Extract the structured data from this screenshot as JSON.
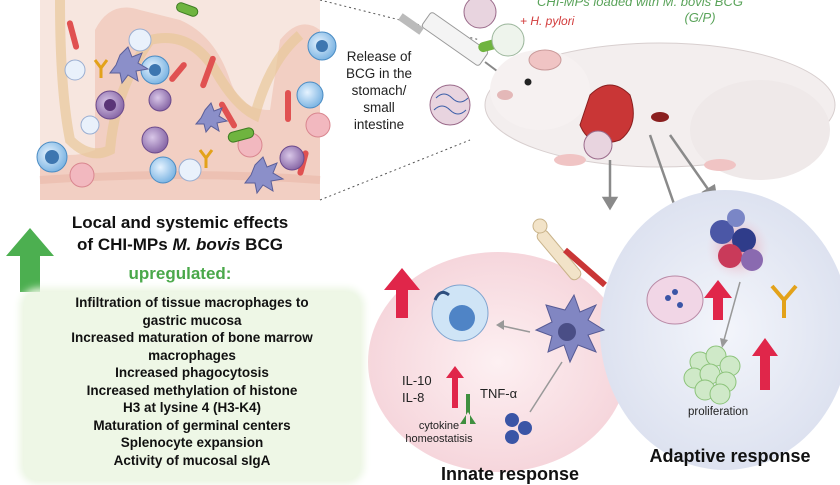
{
  "header": {
    "cargo_label": "CHI-MPs loaded with M. bovis BCG",
    "pathogen_label": "+ H. pylori",
    "cargo_abbrev": "(G/P)"
  },
  "release": {
    "lines": [
      "Release of",
      "BCG in the",
      "stomach/",
      "small",
      "intestine"
    ]
  },
  "local_effects": {
    "title_line1": "Local and systemic effects",
    "title_line2_prefix": "of CHI-MPs ",
    "title_line2_italic": "M. bovis",
    "title_line2_suffix": " BCG",
    "upregulated_label": "upregulated:",
    "items": [
      "Infiltration of tissue macrophages to",
      "gastric mucosa",
      "Increased maturation of bone marrow",
      "macrophages",
      "Increased phagocytosis",
      "Increased methylation of histone",
      "H3 at lysine 4 (H3-K4)",
      "Maturation  of germinal centers",
      "Splenocyte expansion",
      "Activity of mucosal sIgA"
    ]
  },
  "innate": {
    "label": "Innate response",
    "cytokine_up_1": "IL-10",
    "cytokine_up_2": "IL-8",
    "cytokine_down": "TNF-α",
    "homeostasis_line1": "cytokine",
    "homeostasis_line2": "homeostatisis"
  },
  "adaptive": {
    "label": "Adaptive response",
    "proliferation": "proliferation"
  },
  "colors": {
    "green_text": "#5aa35a",
    "red_text": "#d23b3b",
    "up_arrow_green": "#4caf50",
    "red_arrow": "#e0264a",
    "down_arrow_green": "#3f8f3f",
    "innate_bg": "#fbe6ea",
    "adaptive_bg": "#e9ecf6"
  }
}
